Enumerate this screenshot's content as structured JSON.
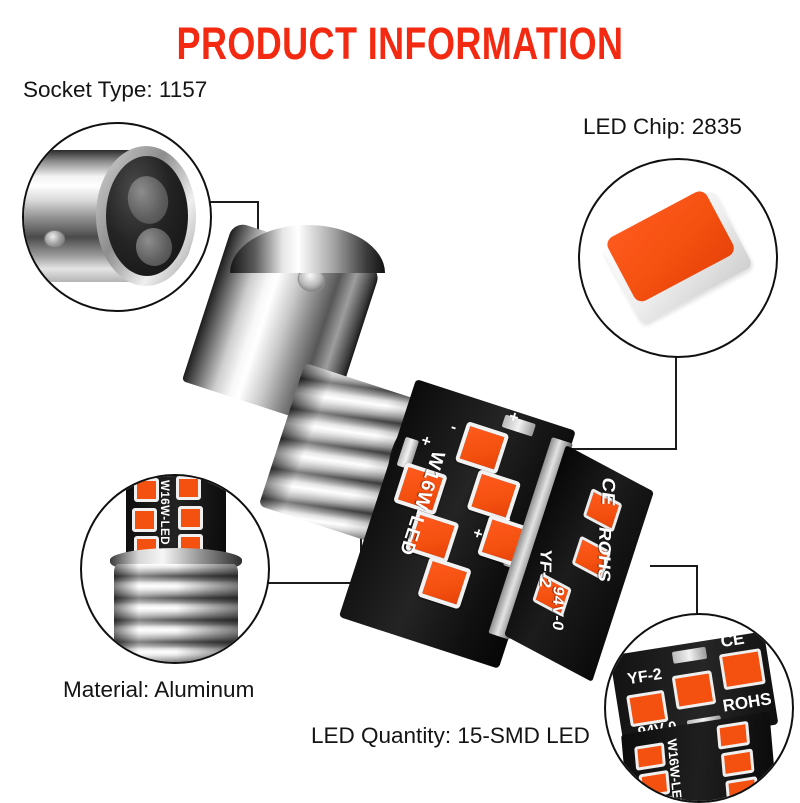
{
  "page": {
    "title": "PRODUCT INFORMATION",
    "background_color": "#ffffff",
    "title_color": "#f32a11"
  },
  "colors": {
    "title_red": "#f32a11",
    "led_orange": "#f4500f",
    "pcb_black": "#101010",
    "metal_silver": "#c9c9c9",
    "label_text": "#141414",
    "leader_line": "#1b1b1b"
  },
  "callouts": [
    {
      "id": "socket-type",
      "label": "Socket Type: 1157",
      "value": "1157",
      "detail": "bayonet-base-closeup",
      "position": "top-left"
    },
    {
      "id": "led-chip",
      "label": "LED Chip: 2835",
      "value": "2835",
      "detail": "smd-led-chip-closeup",
      "position": "top-right"
    },
    {
      "id": "material",
      "label": "Material: Aluminum",
      "value": "Aluminum",
      "detail": "aluminum-heatsink-closeup",
      "position": "bottom-left"
    },
    {
      "id": "led-quantity",
      "label": "LED Quantity: 15-SMD LED",
      "value": "15-SMD LED",
      "detail": "pcb-led-array-closeup",
      "position": "bottom-right"
    }
  ],
  "product": {
    "name": "1157 LED Bulb",
    "pcb_markings": {
      "model": "W16W-LED",
      "code": "YF-2",
      "cert_ce": "CE",
      "cert_rohs": "ROHS",
      "flame_rating": "94V-0",
      "polarity_positive": "+",
      "polarity_negative": "-"
    }
  },
  "magnifiers": {
    "material_pcb_text": "W16W-LED",
    "quantity_pcb_texts": {
      "code": "YF-2",
      "ce": "CE",
      "rohs": "ROHS",
      "flame": "94V-0",
      "model": "W16W-LED"
    }
  }
}
